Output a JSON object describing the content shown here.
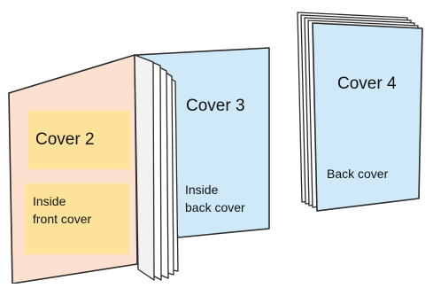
{
  "colors": {
    "outline": "#2a2a2a",
    "front_cover_page": "#fde0cf",
    "yellow_label_box": "#fde39a",
    "back_cover_page": "#cfe9f8",
    "inner_pages": "#ffffff"
  },
  "labels": {
    "cover2": "Cover 2",
    "inside_front_line1": "Inside",
    "inside_front_line2": "front cover",
    "cover3": "Cover 3",
    "inside_back_line1": "Inside",
    "inside_back_line2": "back cover",
    "cover4": "Cover 4",
    "back_cover": "Back cover"
  }
}
